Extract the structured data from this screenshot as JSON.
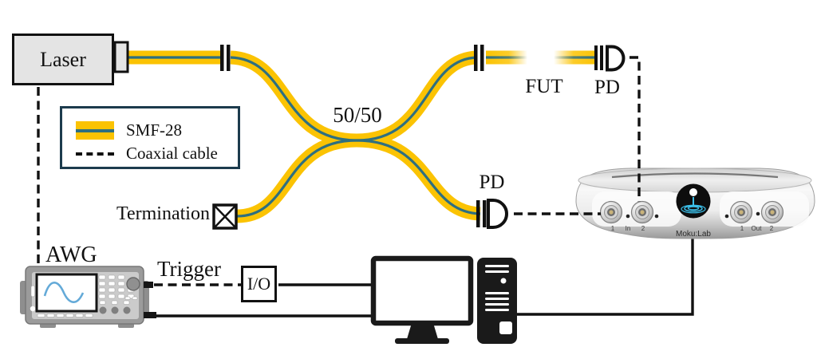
{
  "labels": {
    "laser": "Laser",
    "coupler_ratio": "50/50",
    "fut": "FUT",
    "pd_top": "PD",
    "pd_mid": "PD",
    "termination": "Termination",
    "awg": "AWG",
    "trigger": "Trigger",
    "io": "I/O"
  },
  "legend": {
    "items": [
      {
        "label": "SMF-28",
        "swatch": "fiber-yellow-with-teal-core"
      },
      {
        "label": "Coaxial cable",
        "swatch": "black-dashed-line"
      }
    ]
  },
  "moku": {
    "name": "Moku:Lab",
    "input_labels": [
      "1",
      "In",
      "2"
    ],
    "output_labels": [
      "1",
      "Out",
      "2"
    ]
  },
  "colors": {
    "fiber-yellow": "#FBC303",
    "fiber-core": "#2E6F80",
    "legend-border": "#1C3B4D",
    "line": "#111111",
    "laser-fill": "#E4E4E4",
    "awg-body": "#9B9B9B",
    "awg-face": "#CBCBCB",
    "sine-blue": "#64AAD8",
    "moku-cyan": "#3CC0EA"
  }
}
